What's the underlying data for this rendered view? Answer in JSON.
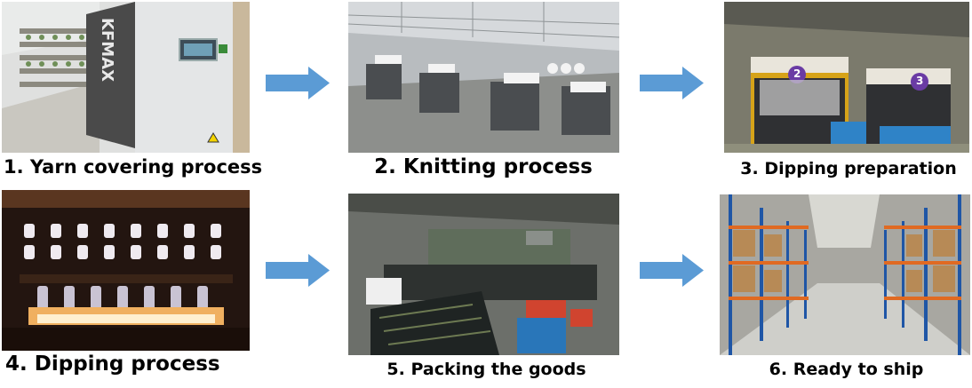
{
  "process_steps": [
    {
      "number": "1",
      "label": "1. Yarn covering process",
      "machine_brand": "KFMAX"
    },
    {
      "number": "2",
      "label": "2. Knitting process"
    },
    {
      "number": "3",
      "label": "3. Dipping preparation",
      "station_numbers": [
        "2",
        "3"
      ]
    },
    {
      "number": "4",
      "label": "4. Dipping process"
    },
    {
      "number": "5",
      "label": "5. Packing the goods"
    },
    {
      "number": "6",
      "label": "6. Ready to ship"
    }
  ],
  "colors": {
    "arrow": "#5b9bd5",
    "background": "#ffffff",
    "label_text": "#000000"
  },
  "icons": [
    "right-arrow-icon"
  ]
}
